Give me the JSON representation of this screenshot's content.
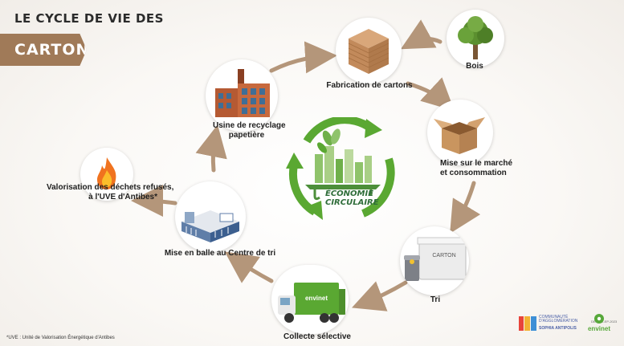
{
  "title": {
    "line1": "LE CYCLE DE VIE DES",
    "line2": "CARTON"
  },
  "center": {
    "line1": "ÉCONOMIE",
    "line2": "CIRCULAIRE"
  },
  "steps": {
    "bois": "Bois",
    "fabrication": "Fabrication de cartons",
    "marche_l1": "Mise sur le marché",
    "marche_l2": "et consommation",
    "tri": "Tri",
    "collecte": "Collecte sélective",
    "balle": "Mise en balle  au Centre de tri",
    "valorisation_l1": "Valorisation des déchets refusés,",
    "valorisation_l2": "à l'UVE d'Antibes*",
    "usine_l1": "Usine de recyclage",
    "usine_l2": "papetière"
  },
  "truck_brand": "envinet",
  "bin_text": "CARTON",
  "footnote": "*UVE : Unité de Valorisation Énergétique d'Antibes",
  "reference": "DEM-RL-EP-2023",
  "logos": {
    "agglo_line1": "COMMUNAUTÉ",
    "agglo_line2": "D'AGGLOMÉRATION",
    "agglo_name": "SOPHIA ANTIPOLIS",
    "envinet": "envinet"
  },
  "colors": {
    "banner": "#a07a58",
    "arrow": "#b4967a",
    "green": "#5aa832",
    "center_text": "#2f6d3a"
  }
}
